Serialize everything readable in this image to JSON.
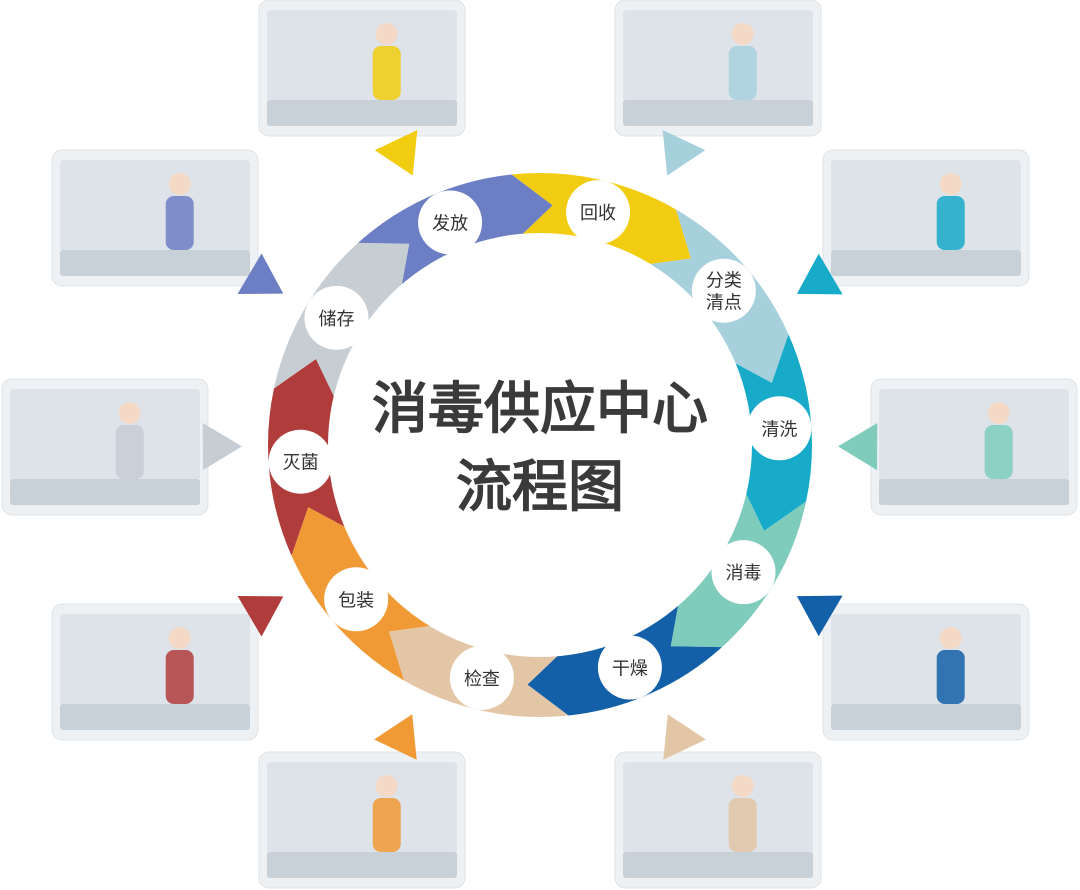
{
  "title": {
    "line1": "消毒供应中心",
    "line2": "流程图"
  },
  "steps": [
    {
      "label": "回收",
      "color": "#f2cc10"
    },
    {
      "label": "分类\n清点",
      "color": "#a7d0dd"
    },
    {
      "label": "清洗",
      "color": "#17aac9"
    },
    {
      "label": "消毒",
      "color": "#7fccbd"
    },
    {
      "label": "干燥",
      "color": "#1460a8"
    },
    {
      "label": "检查",
      "color": "#e3c6a6"
    },
    {
      "label": "包装",
      "color": "#f09a35"
    },
    {
      "label": "灭菌",
      "color": "#b13c3c"
    },
    {
      "label": "储存",
      "color": "#c6cdd3"
    },
    {
      "label": "发放",
      "color": "#6d7fc4"
    }
  ],
  "photos": [
    {
      "scene": "回收"
    },
    {
      "scene": "分类清点"
    },
    {
      "scene": "清洗"
    },
    {
      "scene": "消毒"
    },
    {
      "scene": "干燥"
    },
    {
      "scene": "检查"
    },
    {
      "scene": "包装"
    },
    {
      "scene": "灭菌"
    },
    {
      "scene": "储存"
    },
    {
      "scene": "发放"
    }
  ]
}
